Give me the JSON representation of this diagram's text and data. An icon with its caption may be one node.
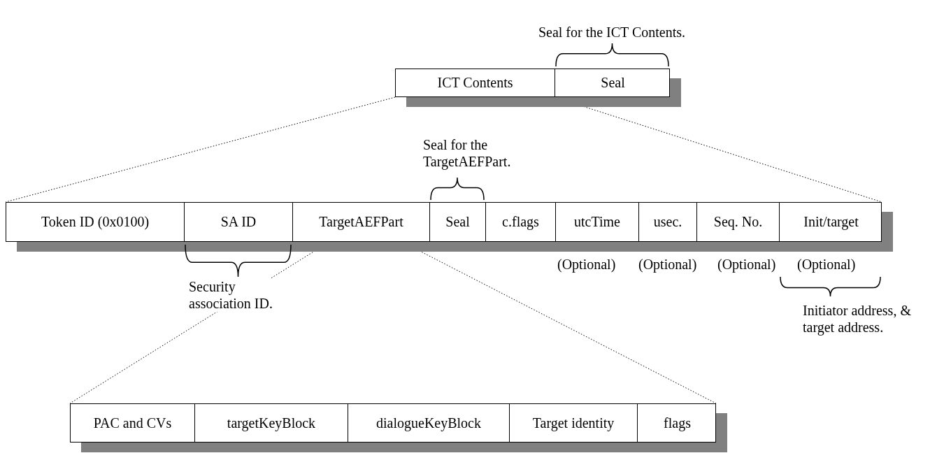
{
  "diagram": {
    "nodes": [
      {
        "text": [],
        "shape": "bar"
      },
      {
        "text": [
          "ICT Contents"
        ],
        "in": 0
      },
      {
        "text": [
          "Seal"
        ],
        "in": 0,
        "beside": [
          "Seal for the ICT Contents."
        ]
      },
      {
        "text": [],
        "shape": "bar"
      },
      {
        "text": [
          "Token ID (0x0100)"
        ],
        "in": 3
      },
      {
        "text": [
          "SA ID"
        ],
        "in": 3,
        "beside": [
          "Security association ID."
        ]
      },
      {
        "text": [
          "TargetAEFPart"
        ],
        "in": 3
      },
      {
        "text": [
          "Seal"
        ],
        "in": 3,
        "beside": [
          "Seal for the TargetAEFPart."
        ]
      },
      {
        "text": [
          "c.flags"
        ],
        "in": 3
      },
      {
        "text": [
          "utcTime"
        ],
        "in": 3,
        "beside": [
          "(Optional)"
        ]
      },
      {
        "text": [
          "usec."
        ],
        "in": 3,
        "beside": [
          "(Optional)"
        ]
      },
      {
        "text": [
          "Seq. No."
        ],
        "in": 3,
        "beside": [
          "(Optional)"
        ]
      },
      {
        "text": [
          "Init/target"
        ],
        "in": 3,
        "beside": [
          "(Optional)",
          "Initiator address, & target address."
        ]
      },
      {
        "text": [],
        "shape": "bar"
      },
      {
        "text": [
          "PAC and CVs"
        ],
        "in": 13
      },
      {
        "text": [
          "targetKeyBlock"
        ],
        "in": 13
      },
      {
        "text": [
          "dialogueKeyBlock"
        ],
        "in": 13
      },
      {
        "text": [
          "Target identity"
        ],
        "in": 13
      },
      {
        "text": [
          "flags"
        ],
        "in": 13
      }
    ],
    "edges": [
      {
        "from": 1,
        "to": 3,
        "arrow": "none",
        "style": "dashed"
      },
      {
        "from": 1,
        "to": 3,
        "arrow": "none",
        "style": "dashed"
      },
      {
        "from": 6,
        "to": 13,
        "arrow": "none",
        "style": "dashed"
      },
      {
        "from": 6,
        "to": 13,
        "arrow": "none",
        "style": "dashed"
      }
    ]
  }
}
